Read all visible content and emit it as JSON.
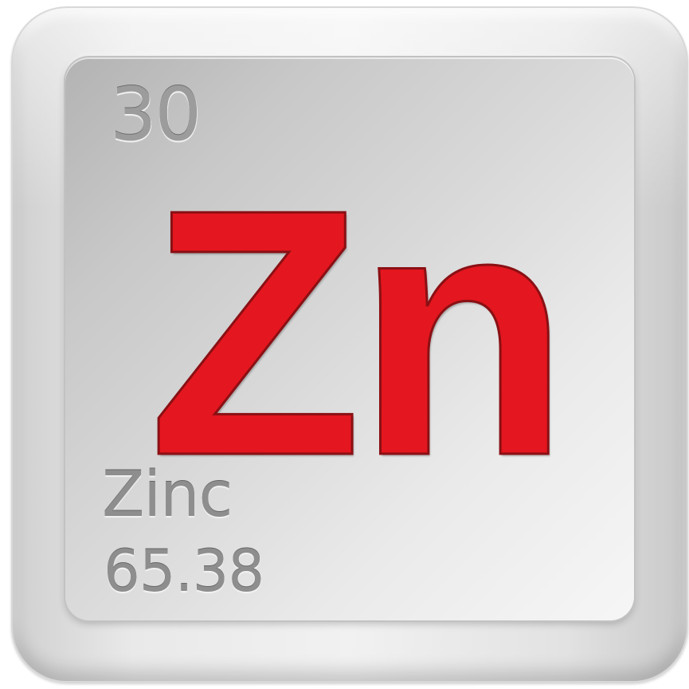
{
  "element": {
    "atomic_number": "30",
    "symbol": "Zn",
    "name": "Zinc",
    "atomic_mass": "65.38"
  },
  "colors": {
    "symbol": "#e4161f",
    "secondary_text": "#8e8e8e",
    "key_face": "#d9d9d9"
  }
}
